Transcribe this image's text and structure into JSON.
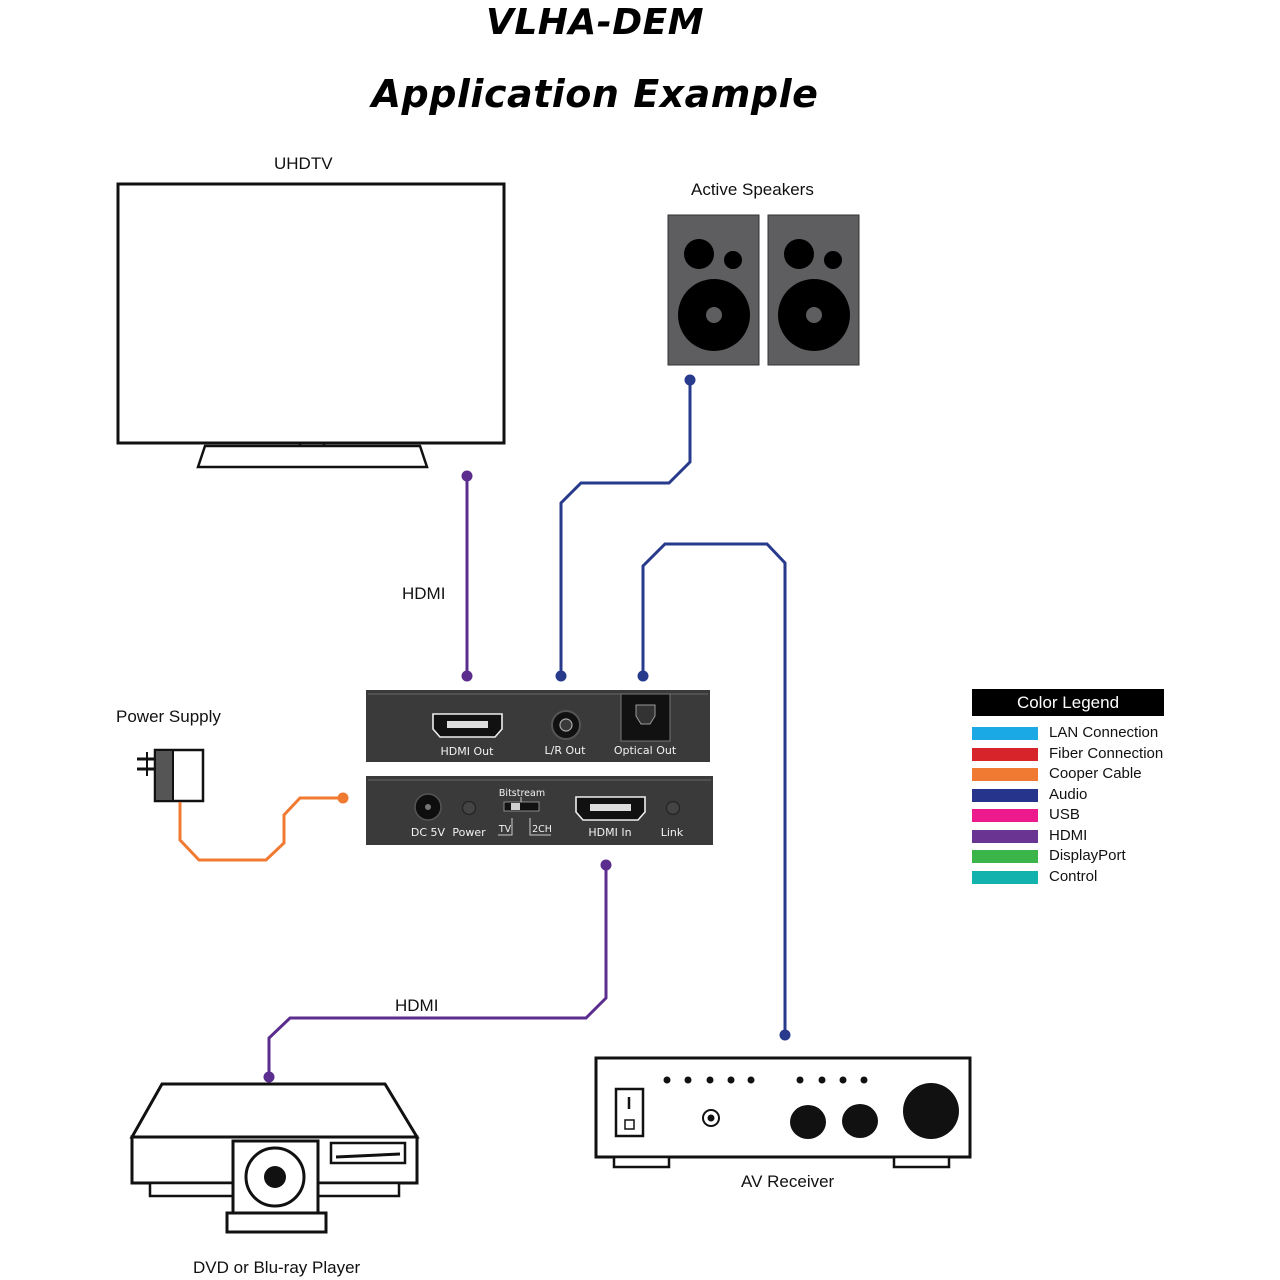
{
  "title": "VLHA-DEM",
  "subtitle": "Application Example",
  "labels": {
    "uhdtv": "UHDTV",
    "speakers": "Active Speakers",
    "power_supply": "Power Supply",
    "hdmi_top": "HDMI",
    "hdmi_bottom": "HDMI",
    "av_receiver": "AV Receiver",
    "dvd_player": "DVD or Blu-ray Player"
  },
  "device_ports": {
    "hdmi_out": "HDMI Out",
    "lr_out": "L/R Out",
    "optical_out": "Optical Out",
    "dc5v": "DC 5V",
    "power": "Power",
    "bitstream": "Bitstream",
    "tv": "TV",
    "two_ch": "2CH",
    "hdmi_in": "HDMI In",
    "link": "Link"
  },
  "legend": {
    "title": "Color Legend",
    "items": [
      {
        "label": "LAN Connection",
        "color": "#1ba9e6"
      },
      {
        "label": "Fiber Connection",
        "color": "#d7232a"
      },
      {
        "label": "Cooper Cable",
        "color": "#f07a32"
      },
      {
        "label": "Audio",
        "color": "#27348b"
      },
      {
        "label": "USB",
        "color": "#ec1a8c"
      },
      {
        "label": "HDMI",
        "color": "#6a3592"
      },
      {
        "label": "DisplayPort",
        "color": "#3bb54a"
      },
      {
        "label": "Control",
        "color": "#13b2ad"
      }
    ]
  },
  "colors": {
    "hdmi": "#5b2d8e",
    "audio": "#273a8c",
    "copper": "#f07a32",
    "device": "#3a3a3a",
    "speaker": "#5e5e60"
  }
}
